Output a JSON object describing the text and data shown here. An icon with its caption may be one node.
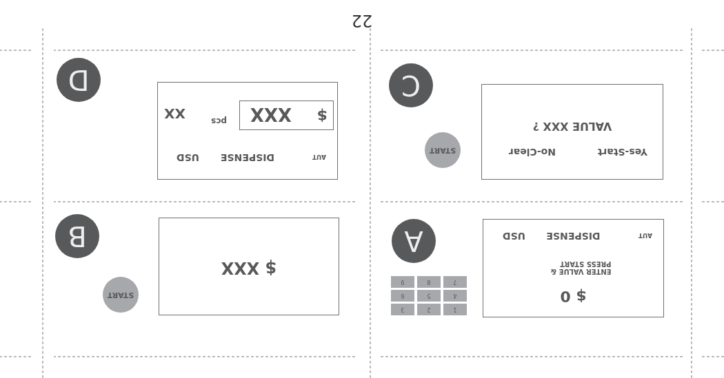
{
  "diagram": {
    "nodes": [
      {
        "text": [
          "A"
        ]
      },
      {
        "text": [
          "1"
        ]
      },
      {
        "text": [
          "2"
        ]
      },
      {
        "text": [
          "3"
        ]
      },
      {
        "text": [
          "4"
        ]
      },
      {
        "text": [
          "5"
        ]
      },
      {
        "text": [
          "6"
        ]
      },
      {
        "text": [
          "7"
        ]
      },
      {
        "text": [
          "8"
        ]
      },
      {
        "text": [
          "9"
        ]
      },
      {
        "text": [
          "$ 0",
          "ENTER VALUE & PRESS START",
          "AUT",
          "DISPENSE",
          "USD"
        ]
      },
      {
        "text": [
          "B"
        ]
      },
      {
        "text": [
          "START"
        ]
      },
      {
        "text": [
          "$ XXX"
        ]
      },
      {
        "text": [
          "C"
        ]
      },
      {
        "text": [
          "START"
        ]
      },
      {
        "text": [
          "VALUE XXX ?",
          "Yes-Start",
          "No-Clear"
        ]
      },
      {
        "text": [
          "D"
        ]
      },
      {
        "text": [
          "AUT",
          "DISPENSE",
          "USD",
          "pcs",
          "XX"
        ]
      },
      {
        "text": [
          "$",
          "XXX"
        ],
        "in": 18
      }
    ],
    "edges": [],
    "labels": [
      "22"
    ]
  }
}
